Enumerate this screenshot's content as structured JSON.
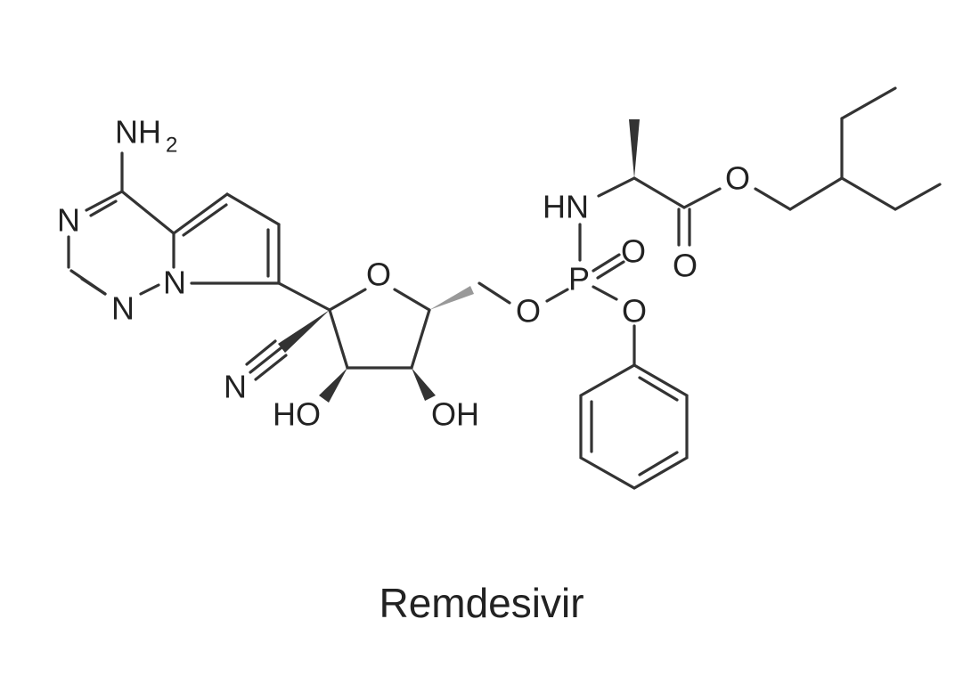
{
  "title": "Remdesivir",
  "colors": {
    "bond": "#333333",
    "text": "#222222",
    "background": "#ffffff",
    "hash": "#999999"
  },
  "atoms": {
    "nh2": "NH",
    "nh2_sub": "2",
    "n_triazine_top": "N",
    "n_triazine_bottom": "N",
    "n_bridge": "N",
    "o_ring": "O",
    "n_nitrile": "N",
    "oh_left": "HO",
    "oh_right": "OH",
    "o_ester_link": "O",
    "p": "P",
    "o_p_double": "O",
    "o_phenoxy": "O",
    "hn": "HN",
    "o_carbonyl": "O",
    "o_ester": "O"
  }
}
